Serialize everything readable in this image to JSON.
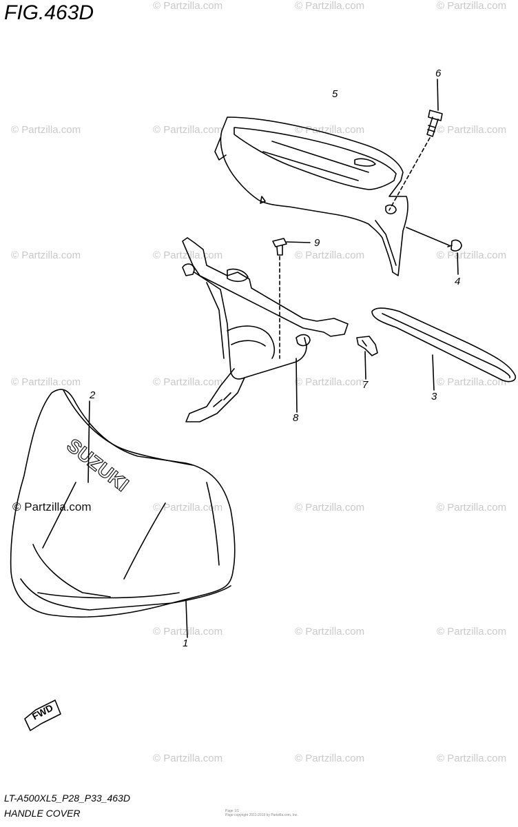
{
  "figure": {
    "title": "FIG.463D",
    "model_code": "LT-A500XL5_P28_P33_463D",
    "caption": "HANDLE COVER"
  },
  "watermark": {
    "text": "© Partzilla.com",
    "prominent_text": "© Partzilla.com"
  },
  "brand_text": "SUZUKI",
  "fwd_label": "FWD",
  "parts": [
    {
      "number": "1"
    },
    {
      "number": "2"
    },
    {
      "number": "3"
    },
    {
      "number": "4"
    },
    {
      "number": "5"
    },
    {
      "number": "6"
    },
    {
      "number": "7"
    },
    {
      "number": "8"
    },
    {
      "number": "9"
    }
  ],
  "footer_fine_print": {
    "line1": "Page 1/1",
    "line2": "Page copyright 2011-2019 by Partzilla.com, Inc."
  }
}
